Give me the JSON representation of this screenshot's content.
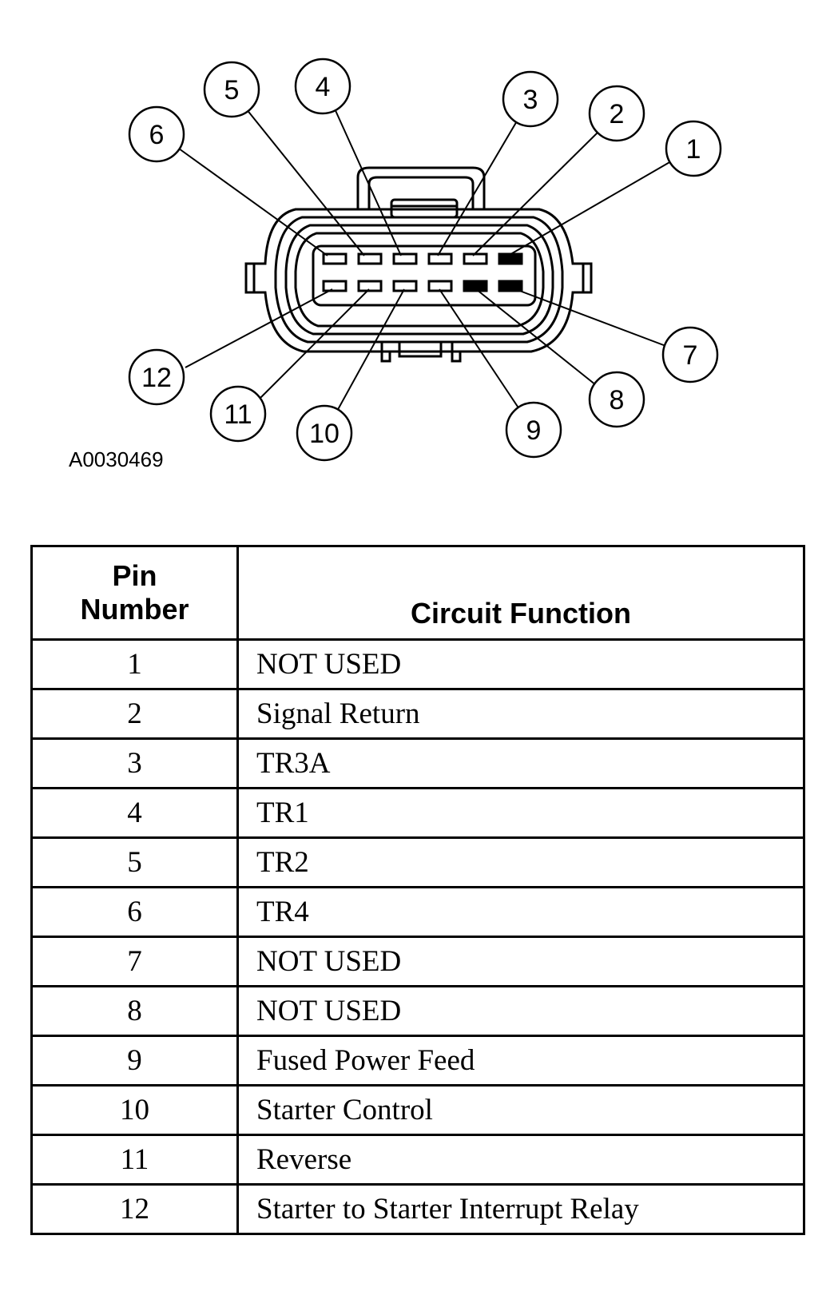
{
  "figure_id": "A0030469",
  "callouts": [
    "1",
    "2",
    "3",
    "4",
    "5",
    "6",
    "7",
    "8",
    "9",
    "10",
    "11",
    "12"
  ],
  "table": {
    "headers": {
      "pin": [
        "Pin",
        "Number"
      ],
      "function": "Circuit Function"
    },
    "rows": [
      {
        "pin": "1",
        "function": "NOT USED"
      },
      {
        "pin": "2",
        "function": "Signal Return"
      },
      {
        "pin": "3",
        "function": "TR3A"
      },
      {
        "pin": "4",
        "function": "TR1"
      },
      {
        "pin": "5",
        "function": "TR2"
      },
      {
        "pin": "6",
        "function": "TR4"
      },
      {
        "pin": "7",
        "function": "NOT USED"
      },
      {
        "pin": "8",
        "function": "NOT USED"
      },
      {
        "pin": "9",
        "function": "Fused Power Feed"
      },
      {
        "pin": "10",
        "function": "Starter Control"
      },
      {
        "pin": "11",
        "function": "Reverse"
      },
      {
        "pin": "12",
        "function": "Starter to Starter Interrupt Relay"
      }
    ]
  },
  "colors": {
    "ink": "#000000",
    "background": "#ffffff"
  }
}
